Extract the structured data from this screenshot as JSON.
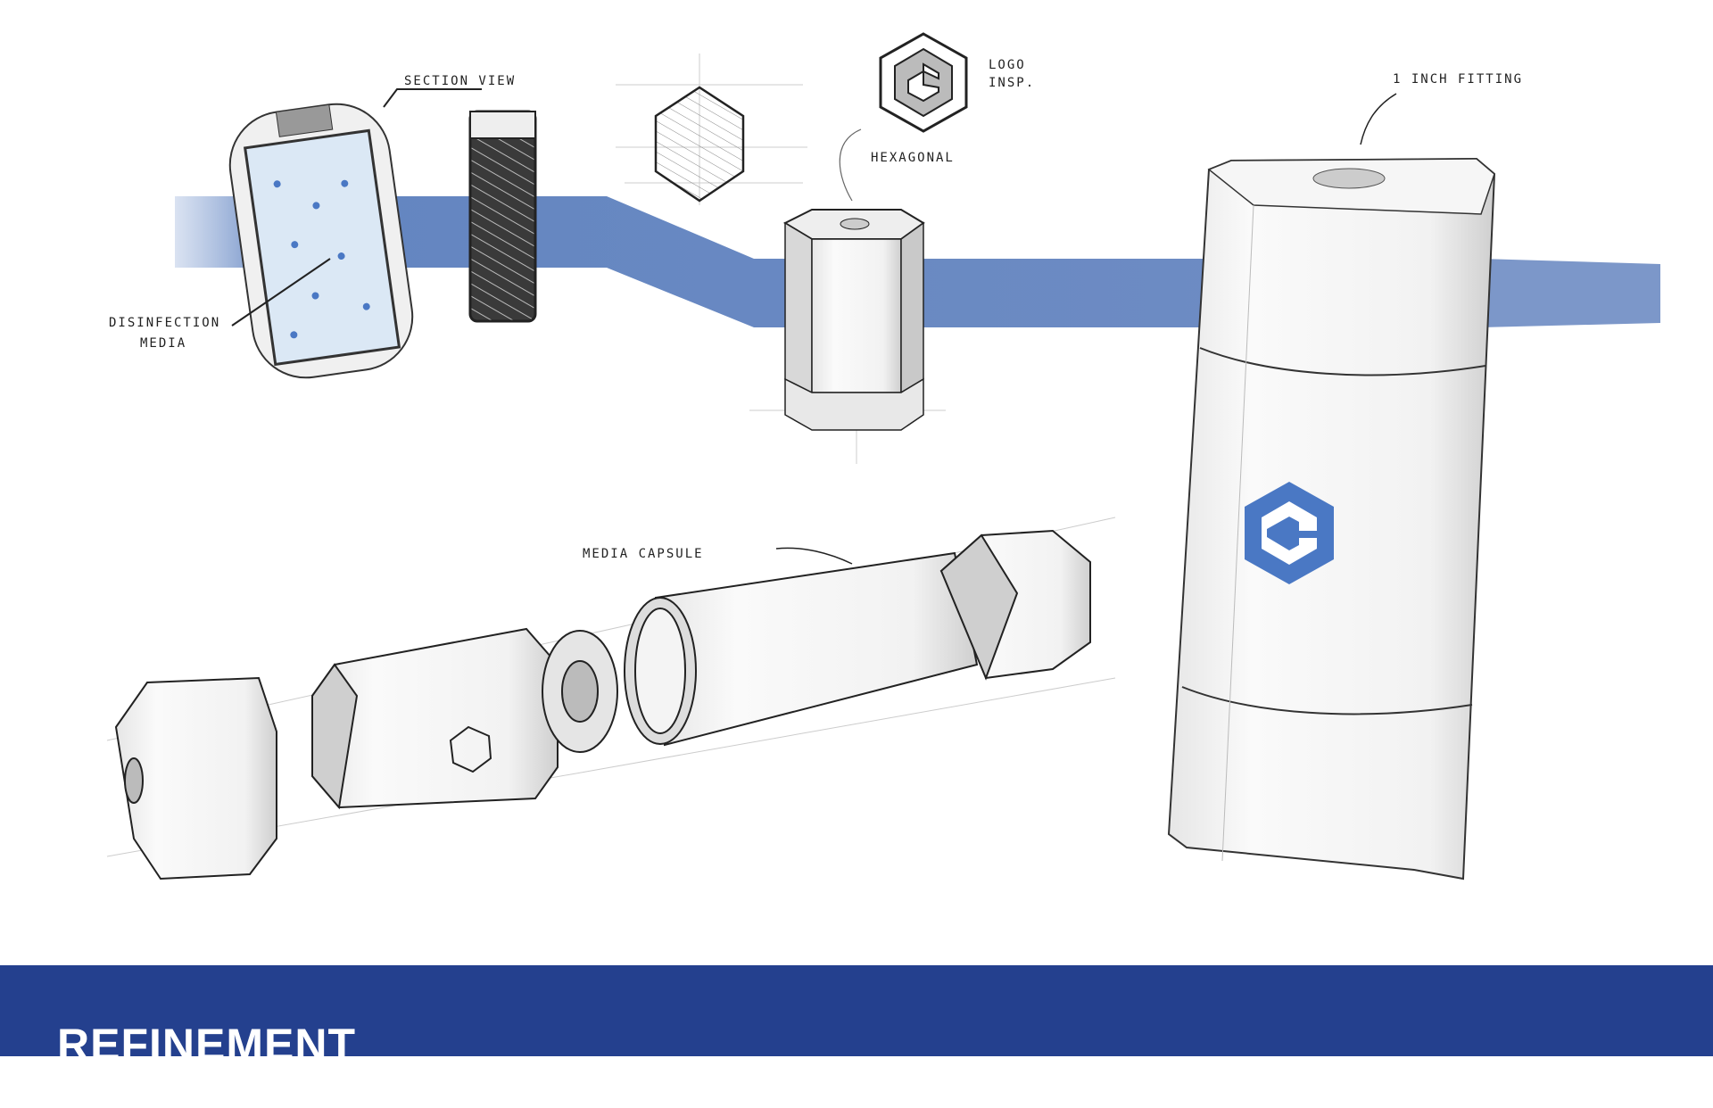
{
  "annotations": {
    "section_view": "SECTION VIEW",
    "logo_insp_line1": "LOGO",
    "logo_insp_line2": "INSP.",
    "hexagonal": "HEXAGONAL",
    "disinfection_line1": "DISINFECTION",
    "disinfection_line2": "MEDIA",
    "media_capsule": "MEDIA CAPSULE",
    "inch_fitting": "1 INCH FITTING"
  },
  "banner": {
    "title": "REFINEMENT"
  },
  "colors": {
    "banner": "#24408e",
    "flow_band": "#5b7fbd",
    "logo": "#4a78c4",
    "ink": "#222222"
  }
}
